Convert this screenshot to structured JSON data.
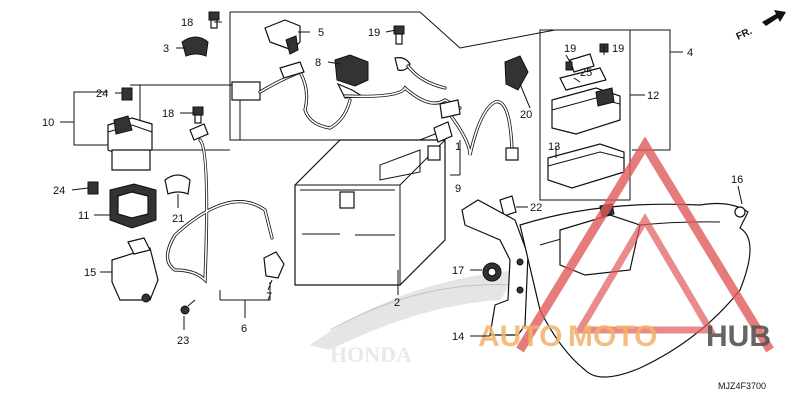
{
  "callouts": [
    {
      "id": "c1",
      "text": "1"
    },
    {
      "id": "c2",
      "text": "2"
    },
    {
      "id": "c3",
      "text": "3"
    },
    {
      "id": "c4",
      "text": "4"
    },
    {
      "id": "c5",
      "text": "5"
    },
    {
      "id": "c6",
      "text": "6"
    },
    {
      "id": "c7",
      "text": "7"
    },
    {
      "id": "c8",
      "text": "8"
    },
    {
      "id": "c9",
      "text": "9"
    },
    {
      "id": "c10",
      "text": "10"
    },
    {
      "id": "c11",
      "text": "11"
    },
    {
      "id": "c12",
      "text": "12"
    },
    {
      "id": "c13",
      "text": "13"
    },
    {
      "id": "c14",
      "text": "14"
    },
    {
      "id": "c15",
      "text": "15"
    },
    {
      "id": "c16",
      "text": "16"
    },
    {
      "id": "c17",
      "text": "17"
    },
    {
      "id": "c18a",
      "text": "18"
    },
    {
      "id": "c18b",
      "text": "18"
    },
    {
      "id": "c19a",
      "text": "19"
    },
    {
      "id": "c19b",
      "text": "19"
    },
    {
      "id": "c19c",
      "text": "19"
    },
    {
      "id": "c20",
      "text": "20"
    },
    {
      "id": "c21",
      "text": "21"
    },
    {
      "id": "c22",
      "text": "22"
    },
    {
      "id": "c23",
      "text": "23"
    },
    {
      "id": "c24a",
      "text": "24"
    },
    {
      "id": "c24b",
      "text": "24"
    },
    {
      "id": "c25",
      "text": "25"
    }
  ],
  "direction": {
    "label": "FR.",
    "icon": "forward-arrow-icon"
  },
  "diagram_code": "MJZ4F3700",
  "watermark": {
    "part1": "AUTO",
    "part2": "MOTO",
    "part3": "HUB",
    "accent": "#e05a5a",
    "color2": "#f3b26a",
    "color3": "#555555"
  },
  "brand_watermark": "HONDA"
}
